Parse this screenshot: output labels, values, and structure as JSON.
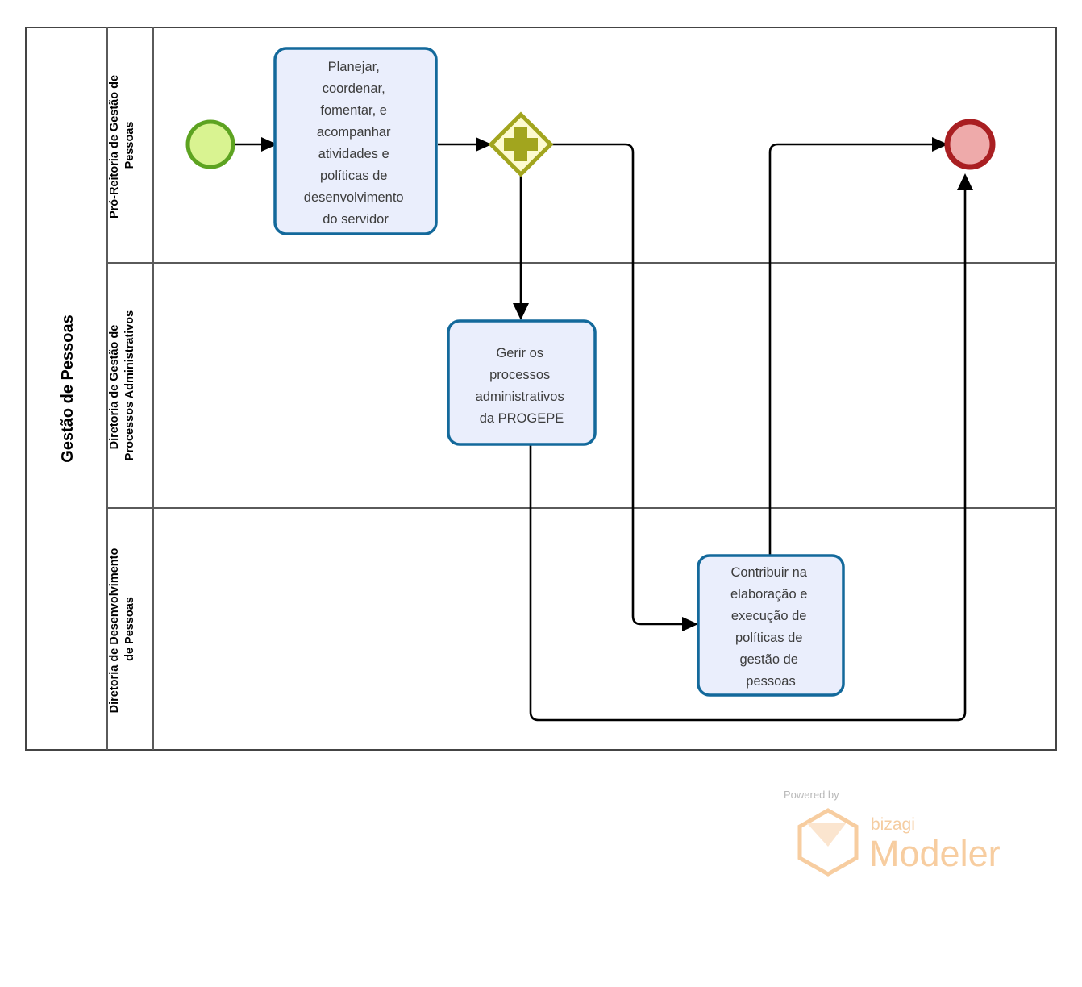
{
  "diagram": {
    "type": "bpmn-process",
    "notation": "BPMN 2.0",
    "pool": {
      "title": "Gestão de Pessoas"
    },
    "lanes": [
      {
        "id": "lane-1",
        "label": "Pró-Reitoria de Gestão de Pessoas"
      },
      {
        "id": "lane-2",
        "label": "Diretoria de Gestão de Processos Administrativos"
      },
      {
        "id": "lane-3",
        "label": "Diretoria de Desenvolvimento de Pessoas"
      }
    ],
    "events": [
      {
        "id": "start-event",
        "kind": "start",
        "lane": "lane-1",
        "label": "",
        "fill": "#d9f391",
        "stroke": "#5da321"
      },
      {
        "id": "end-event",
        "kind": "end",
        "lane": "lane-1",
        "label": "",
        "fill": "#eeaaaa",
        "stroke": "#a91f22"
      }
    ],
    "gateways": [
      {
        "id": "parallel-gateway",
        "kind": "parallel",
        "lane": "lane-1",
        "symbol": "+",
        "fill": "#fdfbcf",
        "stroke": "#a2a51e"
      }
    ],
    "tasks": [
      {
        "id": "task-planejar",
        "lane": "lane-1",
        "lines": [
          "Planejar,",
          "coordenar,",
          "fomentar, e",
          "acompanhar",
          "atividades e",
          "políticas de",
          "desenvolvimento",
          "do servidor"
        ]
      },
      {
        "id": "task-gerir",
        "lane": "lane-2",
        "lines": [
          "Gerir os",
          "processos",
          "administrativos",
          "da PROGEPE"
        ]
      },
      {
        "id": "task-contribuir",
        "lane": "lane-3",
        "lines": [
          "Contribuir na",
          "elaboração e",
          "execução de",
          "políticas de",
          "gestão de",
          "pessoas"
        ]
      }
    ],
    "flows": [
      {
        "id": "flow-start-to-planejar",
        "from": "start-event",
        "to": "task-planejar"
      },
      {
        "id": "flow-planejar-to-gateway",
        "from": "task-planejar",
        "to": "parallel-gateway"
      },
      {
        "id": "flow-gateway-to-gerir",
        "from": "parallel-gateway",
        "to": "task-gerir"
      },
      {
        "id": "flow-gateway-to-contribuir",
        "from": "parallel-gateway",
        "to": "task-contribuir"
      },
      {
        "id": "flow-contribuir-to-end",
        "from": "task-contribuir",
        "to": "end-event"
      },
      {
        "id": "flow-gerir-to-end",
        "from": "task-gerir",
        "to": "end-event"
      }
    ]
  },
  "watermark": {
    "powered_by": "Powered by",
    "brand": "bizagi",
    "product": "Modeler"
  }
}
